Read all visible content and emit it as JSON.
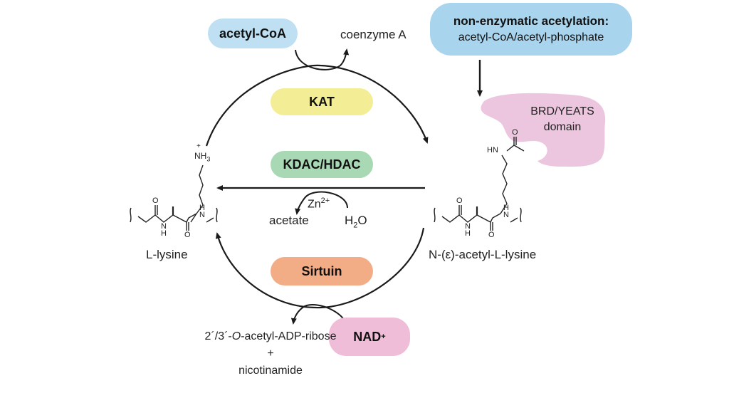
{
  "diagram": {
    "cofactors": {
      "acetyl_coa": "acetyl-CoA",
      "coenzyme_a": "coenzyme A",
      "nad": "NAD",
      "nad_charge": "+",
      "zn": "Zn",
      "zn_charge": "2+",
      "acetate": "acetate",
      "water": "H",
      "water_sub": "2",
      "water_o": "O"
    },
    "enzymes": {
      "kat": "KAT",
      "kdac": "KDAC/HDAC",
      "sirtuin": "Sirtuin"
    },
    "non_enzymatic": {
      "title": "non-enzymatic acetylation:",
      "subtitle": "acetyl-CoA/acetyl-phosphate"
    },
    "reader": {
      "line1": "BRD/YEATS",
      "line2": "domain"
    },
    "substrate": {
      "name": "L-lysine",
      "amine_charge": "+",
      "amine": "NH",
      "amine_sub": "3"
    },
    "product": {
      "name": "N-(ε)-acetyl-L-lysine"
    },
    "byproducts": {
      "line1_prefix": "2´/3´-",
      "line1_italic": "O",
      "line1_suffix": "-acetyl-ADP-ribose",
      "plus": "+",
      "line3": "nicotinamide"
    },
    "structure_atoms": {
      "o": "O",
      "n": "N",
      "h": "H",
      "hn": "HN"
    },
    "colors": {
      "acetyl_coa_fill": "#bfe0f2",
      "non_enzymatic_fill": "#a9d4ee",
      "kat_fill": "#f3ee96",
      "kdac_fill": "#a9d8b4",
      "sirtuin_fill": "#f2ac86",
      "nad_fill": "#f0bdd8",
      "reader_fill": "#ecc6de",
      "arrow": "#1a1a1a"
    }
  }
}
